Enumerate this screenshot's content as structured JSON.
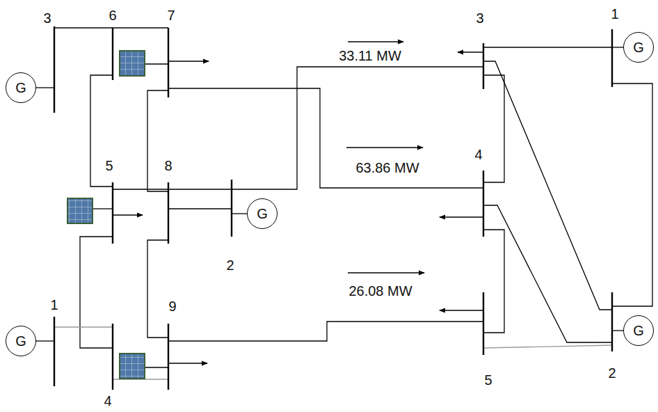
{
  "diagram": {
    "nodes": [
      {
        "text": [
          "G"
        ]
      },
      {
        "text": [
          "G"
        ]
      },
      {
        "text": [
          "G"
        ]
      },
      {
        "text": [
          "G"
        ]
      },
      {
        "text": [
          "G"
        ]
      }
    ],
    "labels": [
      "3",
      "6",
      "7",
      "5",
      "8",
      "2",
      "1",
      "9",
      "4",
      "3",
      "1",
      "4",
      "5",
      "2",
      "33.11 MW",
      "63.86 MW",
      "26.08 MW"
    ]
  }
}
